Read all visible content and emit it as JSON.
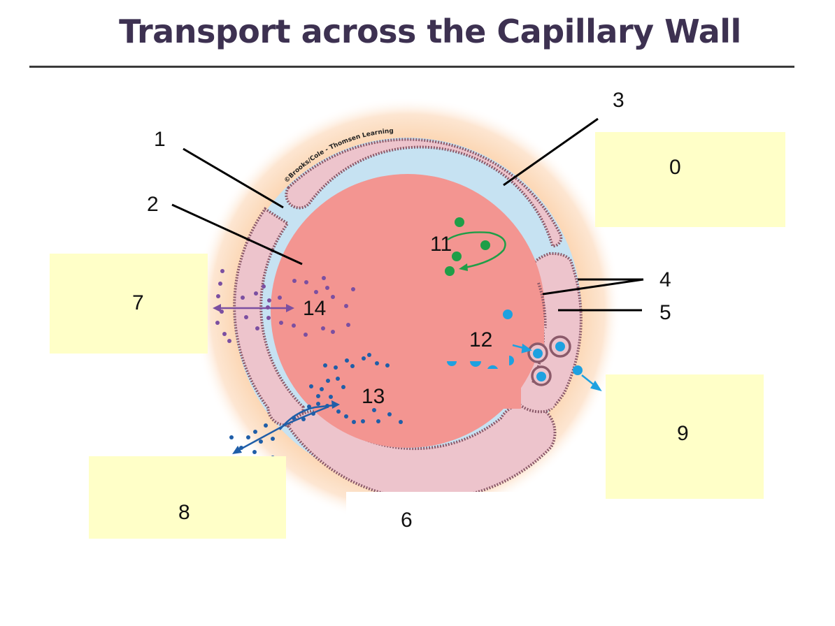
{
  "title": "Transport across the Capillary Wall",
  "credit": "©Brooks/Cole - Thomsen Learning",
  "labels": {
    "n0": "0",
    "n1": "1",
    "n2": "2",
    "n3": "3",
    "n4": "4",
    "n5": "5",
    "n6": "6",
    "n7": "7",
    "n8": "8",
    "n9": "9",
    "n11": "11",
    "n12": "12",
    "n13": "13",
    "n14": "14"
  },
  "colors": {
    "lumen": "#f39591",
    "cell": "#edc4cc",
    "cell_border": "#8b5a6a",
    "halo": "#fde3cc",
    "junction": "#c6e2f2",
    "label_box": "#ffffc8",
    "green_particle": "#1f9e47",
    "purple_particle": "#7b4fa1",
    "navy_particle": "#1f5ea8",
    "cyan_particle": "#1ea1e0"
  }
}
